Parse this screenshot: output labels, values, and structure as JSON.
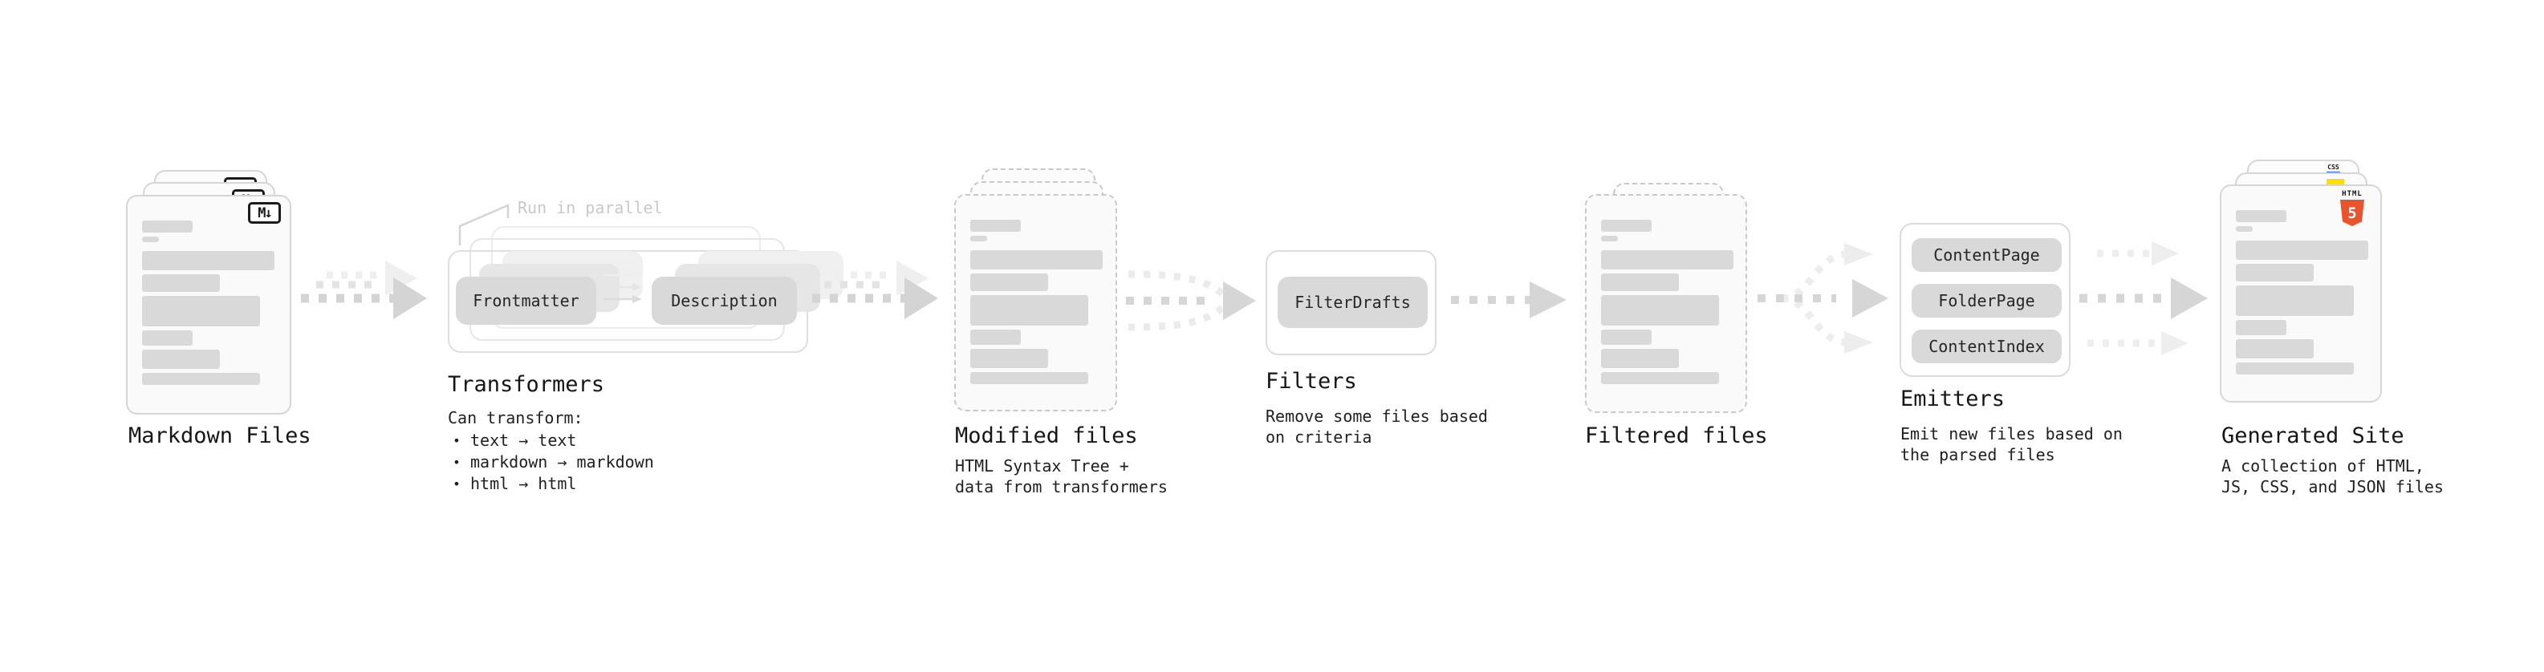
{
  "pipeline": {
    "markdown_files": {
      "label": "Markdown Files",
      "badge": "M↓"
    },
    "transformers": {
      "callout": "Run in parallel",
      "pill_left": "Frontmatter",
      "pill_right": "Description",
      "label": "Transformers",
      "desc_heading": "Can transform:",
      "bullet_marker": "•",
      "bullets": [
        "text → text",
        "markdown → markdown",
        "html → html"
      ]
    },
    "modified_files": {
      "label": "Modified files",
      "desc": "HTML Syntax Tree +\ndata from transformers"
    },
    "filters": {
      "pill": "FilterDrafts",
      "label": "Filters",
      "desc": "Remove some files based\non criteria"
    },
    "filtered_files": {
      "label": "Filtered files"
    },
    "emitters": {
      "pills": [
        "ContentPage",
        "FolderPage",
        "ContentIndex"
      ],
      "label": "Emitters",
      "desc": "Emit new files based on\nthe parsed files"
    },
    "generated_site": {
      "label": "Generated Site",
      "desc": "A collection of HTML,\nJS, CSS, and JSON files",
      "badge_css": "CSS",
      "badge_html": "HTML",
      "badge_html_number": "5"
    }
  },
  "colors": {
    "arrow_main": "#d4d4d4",
    "arrow_mid": "#e3e3e3",
    "arrow_light": "#ededed",
    "bar": "#d9d9d9",
    "html5_orange": "#e8542e",
    "js_yellow": "#ffdf00",
    "css_blue": "#2d6ae3"
  }
}
